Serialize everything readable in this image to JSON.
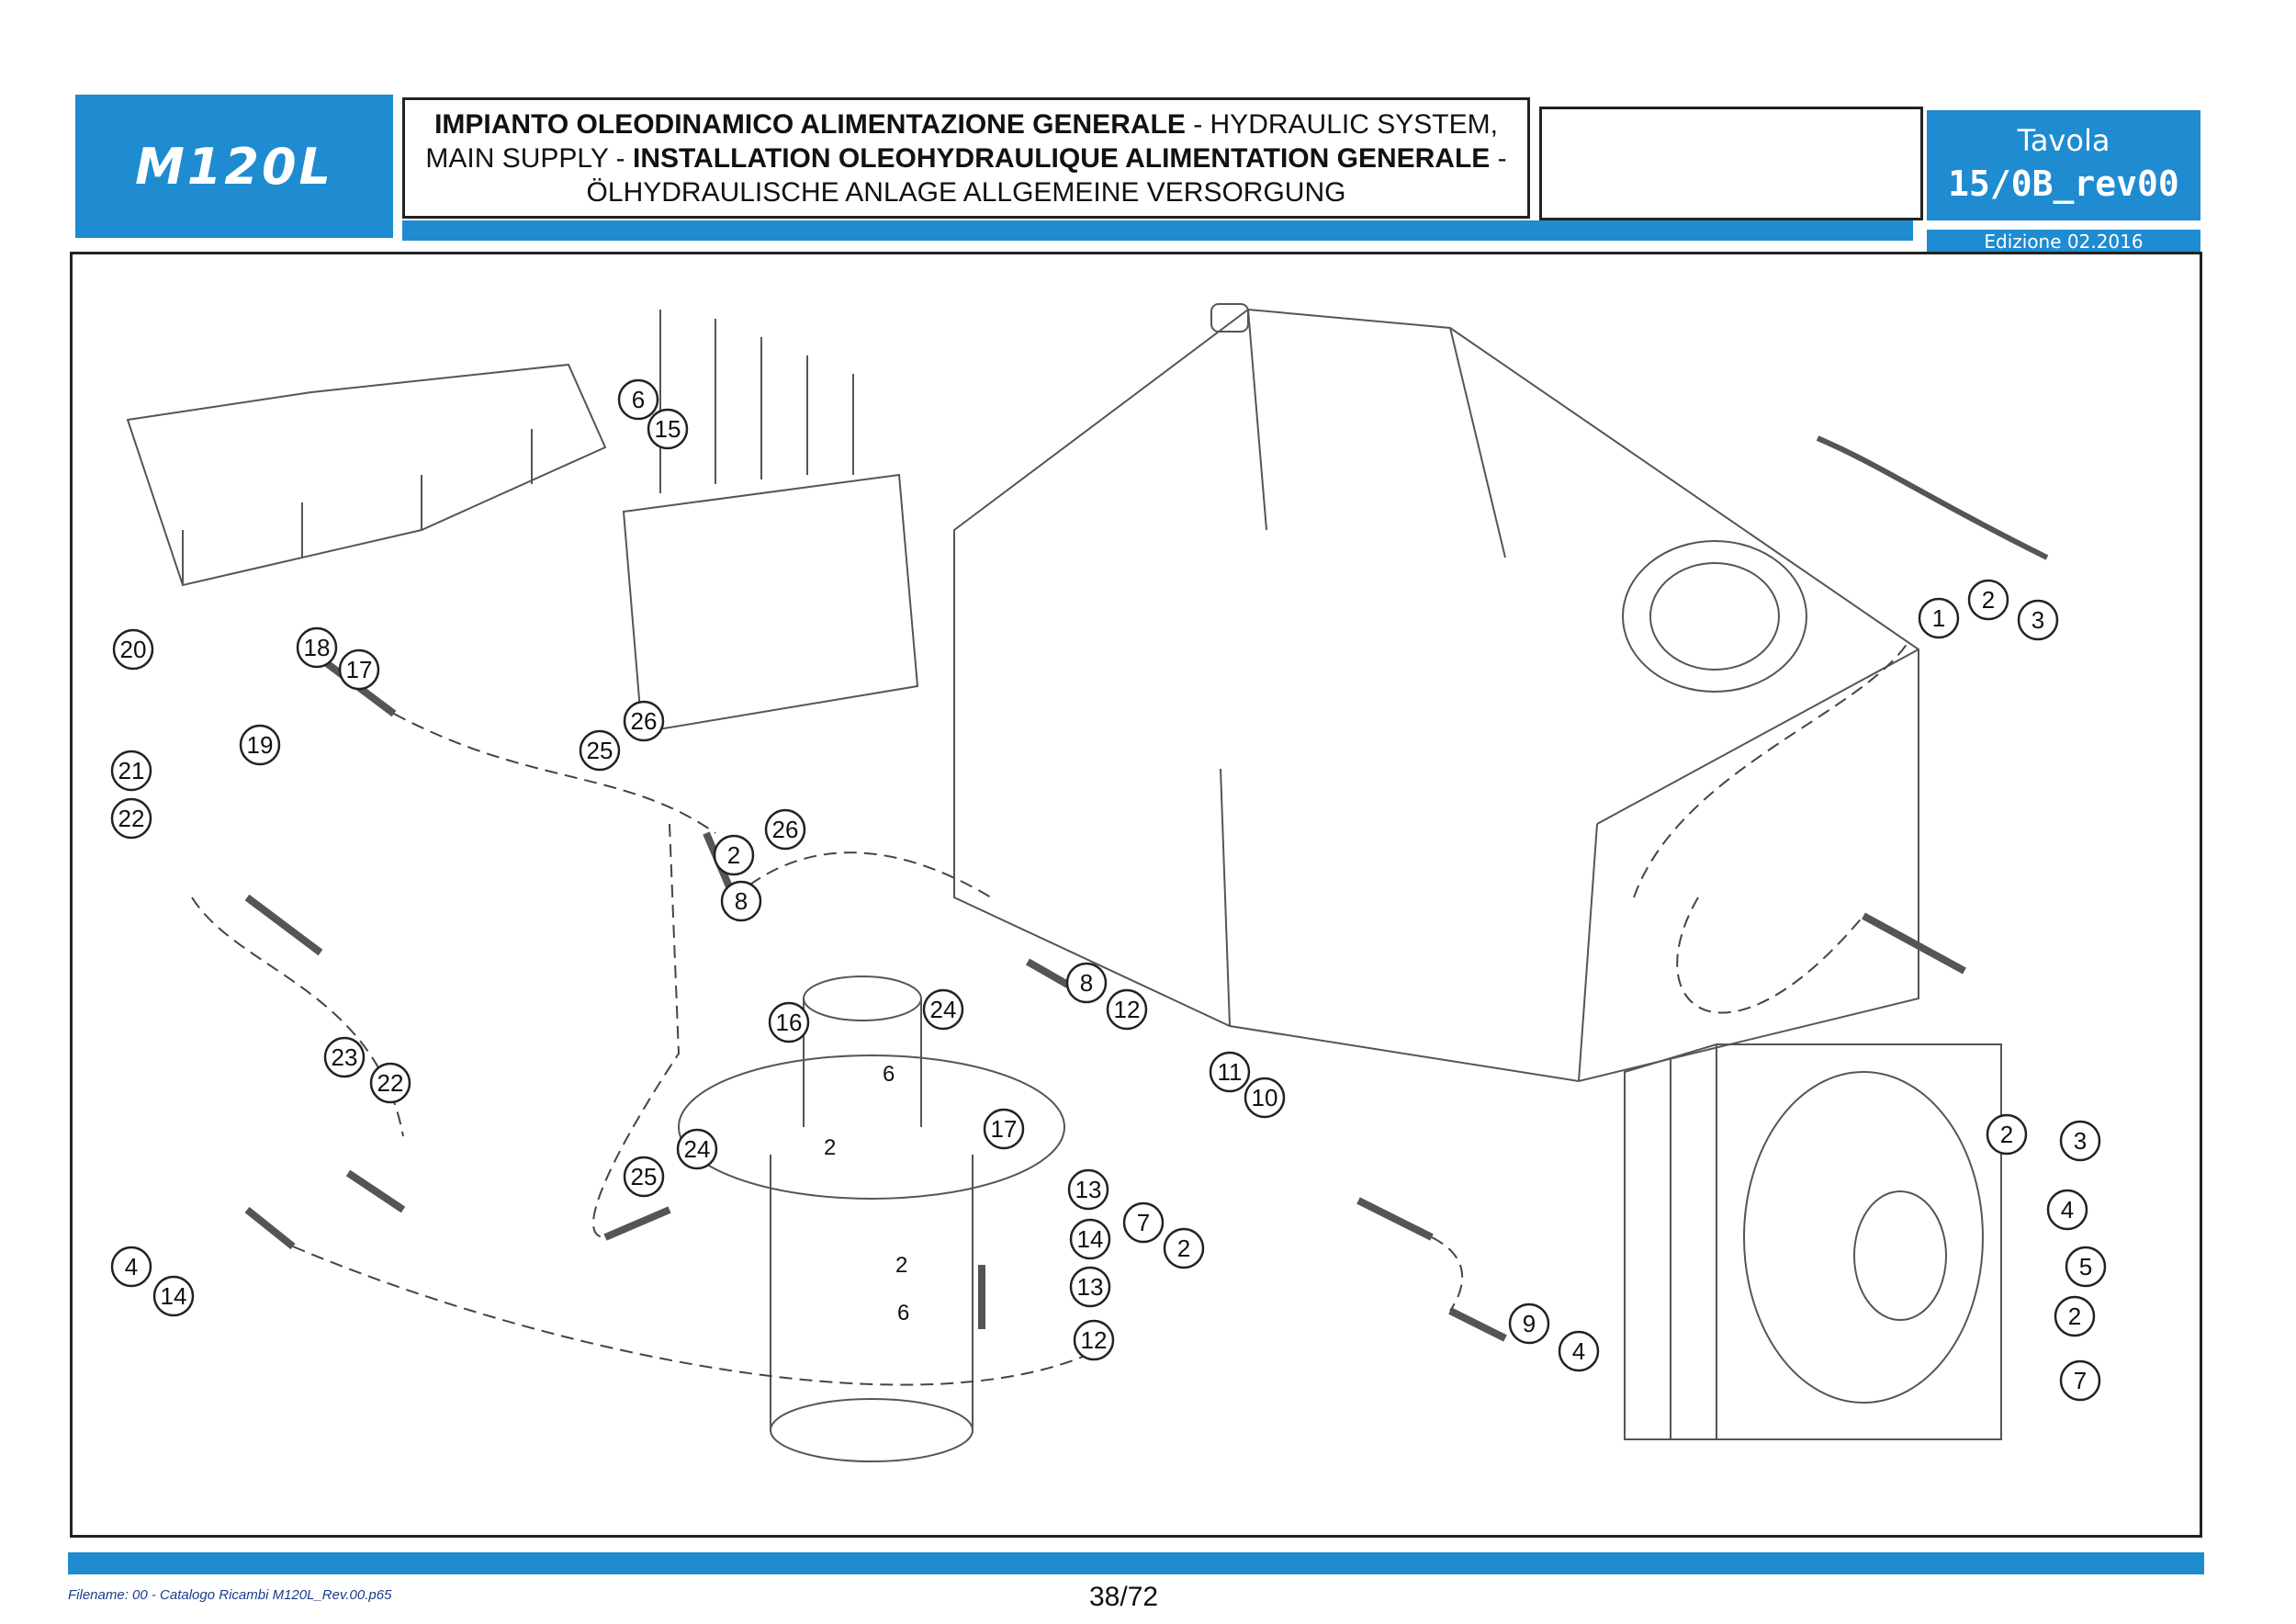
{
  "header": {
    "model": "M120L",
    "title_line1_bold": "IMPIANTO OLEODINAMICO ALIMENTAZIONE GENERALE",
    "title_line1_rest": " - HYDRAULIC SYSTEM,",
    "title_line2_start": "MAIN SUPPLY - ",
    "title_line2_bold": "INSTALLATION OLEOHYDRAULIQUE ALIMENTATION GENERALE",
    "title_line2_end": " -",
    "title_line3": "ÖLHYDRAULISCHE ANLAGE ALLGEMEINE VERSORGUNG",
    "tavola_label": "Tavola",
    "tavola_code": "15/0B_rev00",
    "edition": "Edizione 02.2016"
  },
  "footer": {
    "filename": "Filename: 00 - Catalogo Ricambi M120L_Rev.00.p65",
    "page": "38/72"
  },
  "part_callouts": [
    "1",
    "2",
    "3",
    "2",
    "3",
    "4",
    "5",
    "2",
    "7",
    "6",
    "15",
    "20",
    "18",
    "17",
    "19",
    "21",
    "22",
    "26",
    "25",
    "26",
    "2",
    "8",
    "8",
    "12",
    "24",
    "16",
    "11",
    "10",
    "17",
    "7",
    "2",
    "23",
    "22",
    "24",
    "25",
    "13",
    "14",
    "13",
    "12",
    "4",
    "14",
    "9",
    "4"
  ],
  "diagram_labels": [
    "6",
    "2",
    "2",
    "6"
  ]
}
